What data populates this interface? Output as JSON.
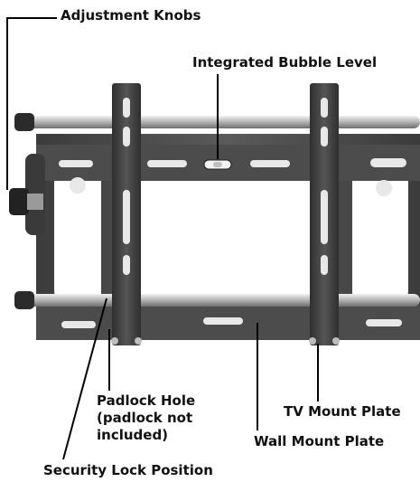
{
  "labels": {
    "adjustment_knobs": "Adjustment Knobs",
    "integrated_bubble_level": "Integrated Bubble Level",
    "padlock_hole_line1": "Padlock Hole",
    "padlock_hole_line2": "(padlock not",
    "padlock_hole_line3": "included)",
    "tv_mount_plate": "TV Mount Plate",
    "wall_mount_plate": "Wall Mount Plate",
    "security_lock_position": "Security Lock Position"
  },
  "colors": {
    "plate_dark": "#4a4a4a",
    "plate_mid": "#6b6b6b",
    "rail_light": "#d8d8d8",
    "leader_line": "#000000"
  }
}
